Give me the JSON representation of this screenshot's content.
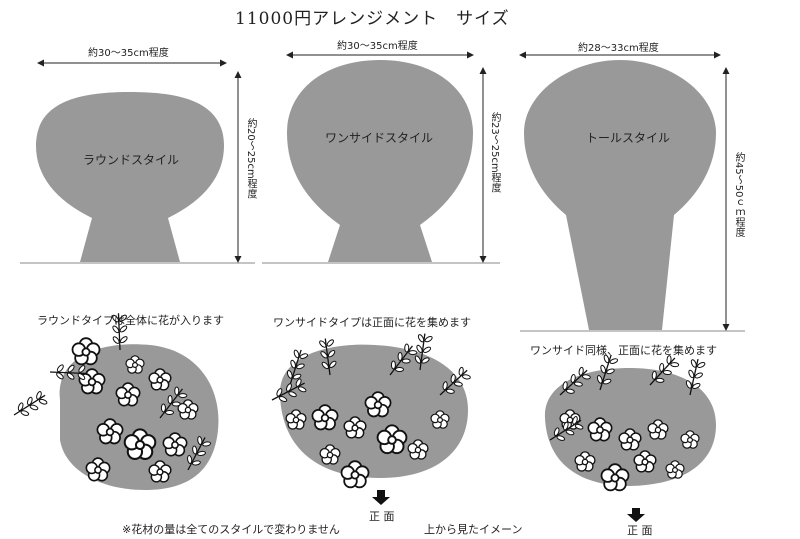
{
  "title": "11000円アレンジメント　サイズ",
  "styles": [
    {
      "name": "ラウンドスタイル",
      "width_label": "約30～35cm程度",
      "height_label": "約20～25cm程度",
      "description": "ラウンドタイプは全体に花が入ります"
    },
    {
      "name": "ワンサイドスタイル",
      "width_label": "約30～35cm程度",
      "height_label": "約23～25cm程度",
      "description": "ワンサイドタイプは正面に花を集めます",
      "front_label": "正 面"
    },
    {
      "name": "トールスタイル",
      "width_label": "約28～33cm程度",
      "height_label": "約45～50ｃｍ程度",
      "description": "ワンサイド同様、正面に花を集めます",
      "front_label": "正 面"
    }
  ],
  "notes": {
    "footnote": "※花材の量は全てのスタイルで変わりません",
    "top_view": "上から見たイメーン"
  },
  "colors": {
    "shape_fill": "#999999",
    "line": "#222222"
  }
}
